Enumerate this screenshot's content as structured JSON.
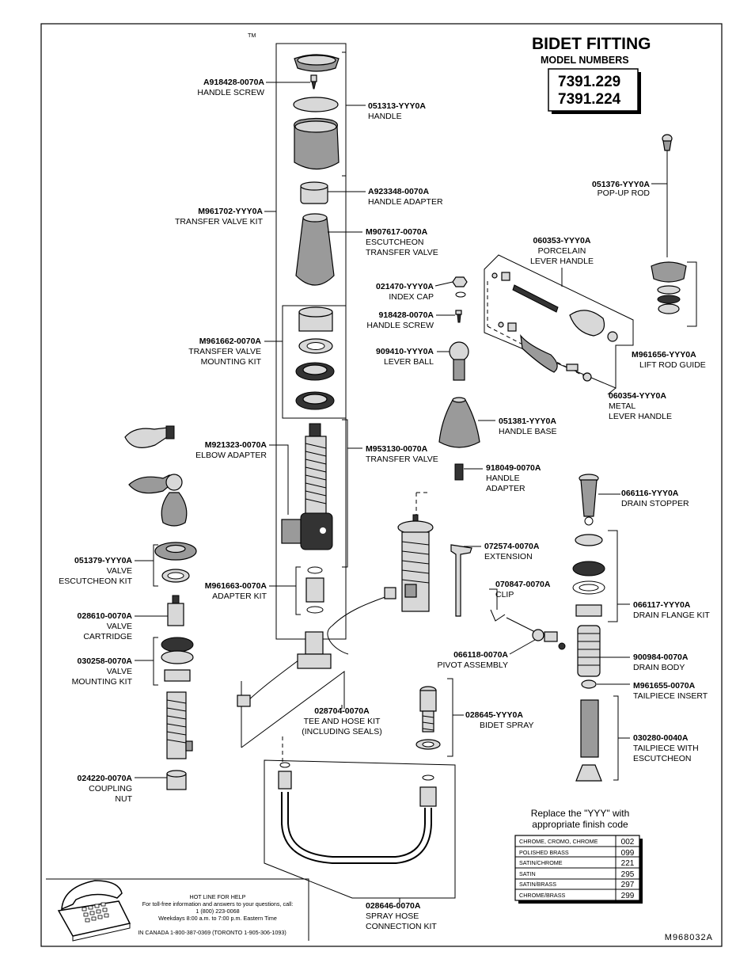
{
  "title": "BIDET FITTING",
  "model_label": "MODEL NUMBERS",
  "models": [
    "7391.229",
    "7391.224"
  ],
  "tm": "TM",
  "doc_number": "M968032A",
  "parts": [
    {
      "num": "A918428-0070A",
      "desc": [
        "HANDLE SCREW"
      ]
    },
    {
      "num": "051313-YYY0A",
      "desc": [
        "HANDLE"
      ]
    },
    {
      "num": "A923348-0070A",
      "desc": [
        "HANDLE ADAPTER"
      ]
    },
    {
      "num": "M961702-YYY0A",
      "desc": [
        "TRANSFER VALVE  KIT"
      ]
    },
    {
      "num": "M907617-0070A",
      "desc": [
        "ESCUTCHEON",
        "TRANSFER VALVE"
      ]
    },
    {
      "num": "021470-YYY0A",
      "desc": [
        "INDEX CAP"
      ]
    },
    {
      "num": "918428-0070A",
      "desc": [
        "HANDLE SCREW"
      ]
    },
    {
      "num": "M961662-0070A",
      "desc": [
        "TRANSFER VALVE",
        "MOUNTING KIT"
      ]
    },
    {
      "num": "909410-YYY0A",
      "desc": [
        "LEVER BALL"
      ]
    },
    {
      "num": "051381-YYY0A",
      "desc": [
        "HANDLE BASE"
      ]
    },
    {
      "num": "M921323-0070A",
      "desc": [
        "ELBOW ADAPTER"
      ]
    },
    {
      "num": "M953130-0070A",
      "desc": [
        "TRANSFER VALVE"
      ]
    },
    {
      "num": "918049-0070A",
      "desc": [
        "HANDLE",
        "ADAPTER"
      ]
    },
    {
      "num": "051379-YYY0A",
      "desc": [
        "VALVE",
        "ESCUTCHEON KIT"
      ]
    },
    {
      "num": "M961663-0070A",
      "desc": [
        "ADAPTER KIT"
      ]
    },
    {
      "num": "072574-0070A",
      "desc": [
        "EXTENSION"
      ]
    },
    {
      "num": "070847-0070A",
      "desc": [
        "CLIP"
      ]
    },
    {
      "num": "028610-0070A",
      "desc": [
        "VALVE",
        "CARTRIDGE"
      ]
    },
    {
      "num": "030258-0070A",
      "desc": [
        "VALVE",
        "MOUNTING KIT"
      ]
    },
    {
      "num": "066118-0070A",
      "desc": [
        "PIVOT ASSEMBLY"
      ]
    },
    {
      "num": "028704-0070A",
      "desc": [
        "TEE AND HOSE KIT",
        "(INCLUDING SEALS)"
      ]
    },
    {
      "num": "028645-YYY0A",
      "desc": [
        "BIDET SPRAY"
      ]
    },
    {
      "num": "024220-0070A",
      "desc": [
        "COUPLING",
        "NUT"
      ]
    },
    {
      "num": "028646-0070A",
      "desc": [
        "SPRAY HOSE",
        "CONNECTION KIT"
      ]
    },
    {
      "num": "051376-YYY0A",
      "desc": [
        "POP-UP ROD"
      ]
    },
    {
      "num": "060353-YYY0A",
      "desc": [
        "PORCELAIN",
        "LEVER HANDLE"
      ]
    },
    {
      "num": "M961656-YYY0A",
      "desc": [
        "LIFT ROD GUIDE"
      ]
    },
    {
      "num": "060354-YYY0A",
      "desc": [
        "METAL",
        "LEVER HANDLE"
      ]
    },
    {
      "num": "066116-YYY0A",
      "desc": [
        "DRAIN STOPPER"
      ]
    },
    {
      "num": "066117-YYY0A",
      "desc": [
        "DRAIN FLANGE KIT"
      ]
    },
    {
      "num": "900984-0070A",
      "desc": [
        "DRAIN BODY"
      ]
    },
    {
      "num": "M961655-0070A",
      "desc": [
        "TAILPIECE INSERT"
      ]
    },
    {
      "num": "030280-0040A",
      "desc": [
        "TAILPIECE WITH",
        "ESCUTCHEON"
      ]
    }
  ],
  "finish": {
    "note": [
      "Replace the \"YYY\" with",
      "appropriate finish code"
    ],
    "rows": [
      {
        "name": "CHROME, CROMO, CHROME",
        "code": "002"
      },
      {
        "name": "POLISHED BRASS",
        "code": "099"
      },
      {
        "name": "SATIN/CHROME",
        "code": "221"
      },
      {
        "name": "SATIN",
        "code": "295"
      },
      {
        "name": "SATIN/BRASS",
        "code": "297"
      },
      {
        "name": "CHROME/BRASS",
        "code": "299"
      }
    ]
  },
  "hotline": {
    "lines": [
      "HOT LINE FOR HELP",
      "For toll-free information and answers to your questions, call:",
      "1 (800) 223-0068",
      "Weekdays 8:00 a.m. to 7:00 p.m. Eastern Time"
    ],
    "canada": "IN CANADA  1-800-387-0369   (TORONTO 1-905-306-1093)"
  }
}
